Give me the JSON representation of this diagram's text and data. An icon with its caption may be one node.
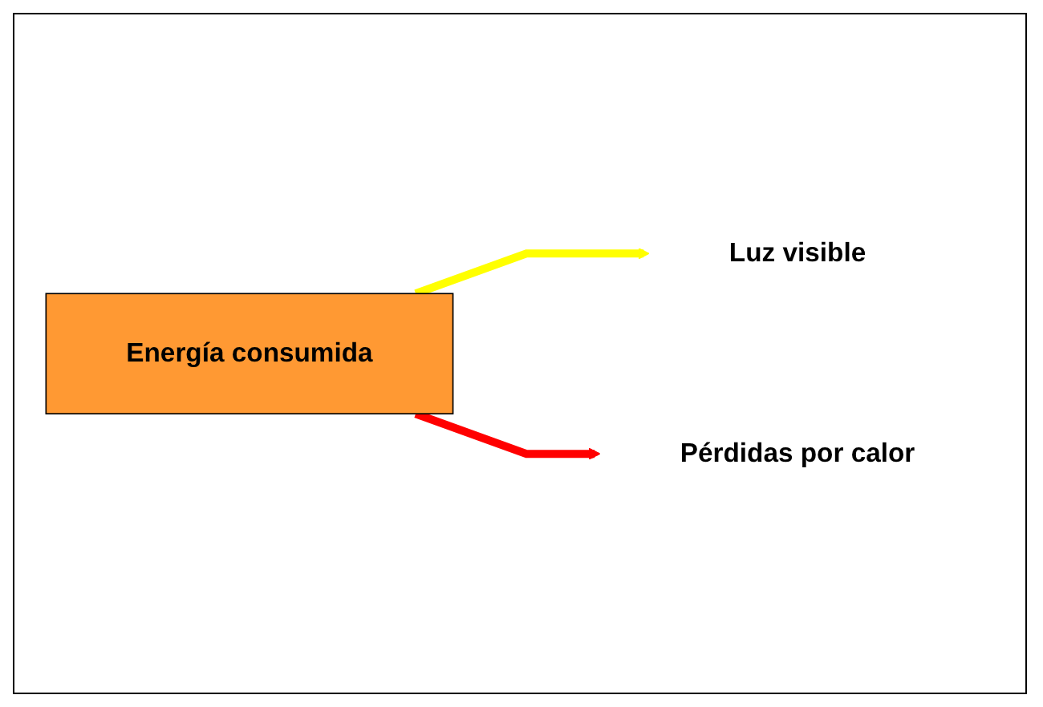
{
  "diagram": {
    "nodes": [
      {
        "text": [
          "Energía consumida"
        ]
      },
      {
        "text": [
          "Luz visible"
        ]
      },
      {
        "text": [
          "Pérdidas por calor"
        ]
      }
    ],
    "edges": [
      {
        "from": 0,
        "to": 1,
        "arrow": "to",
        "color": "#ffff00"
      },
      {
        "from": 0,
        "to": 2,
        "arrow": "to",
        "color": "#ff0000"
      }
    ]
  }
}
